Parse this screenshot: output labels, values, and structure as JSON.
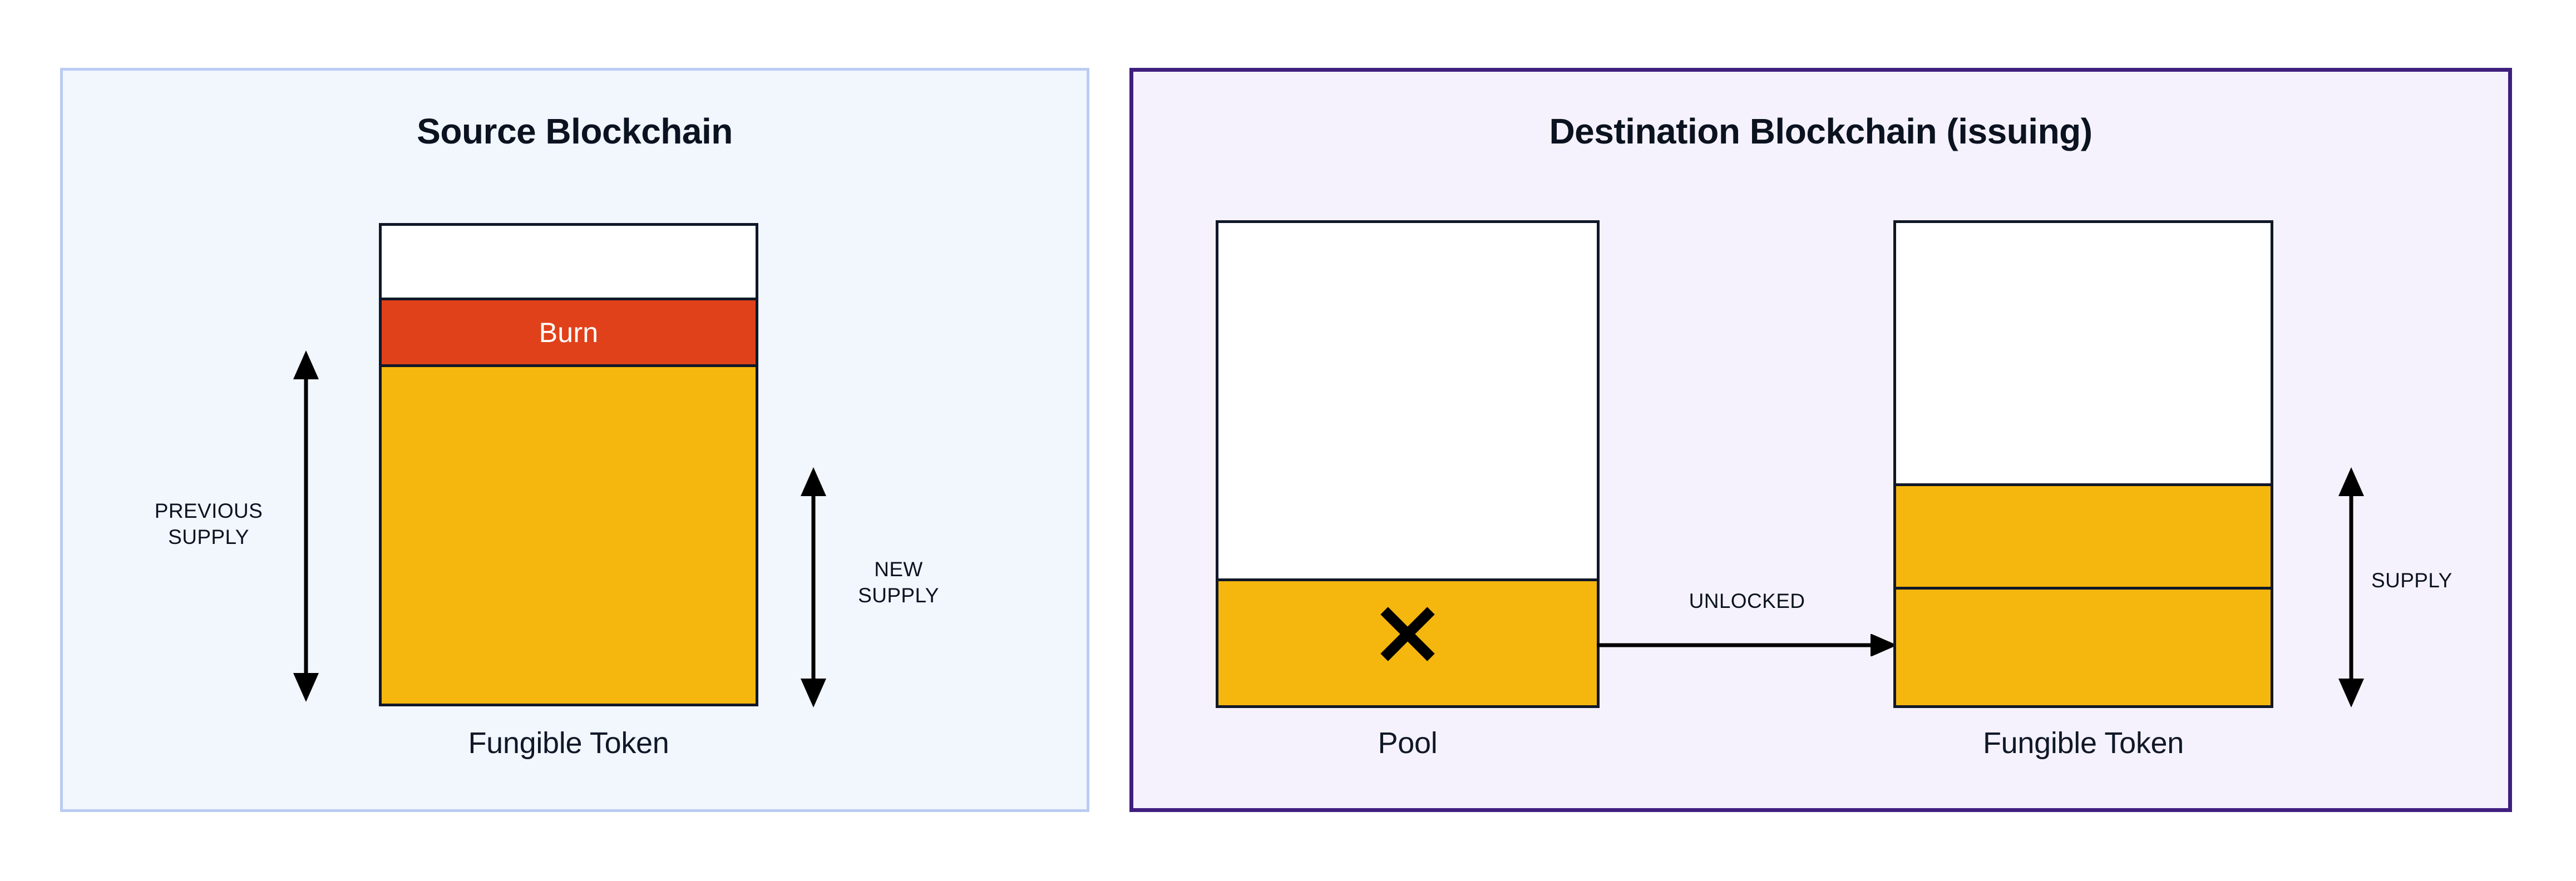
{
  "diagram": {
    "title": "Fungible token burn-and-unlock bridge flow",
    "colors": {
      "token_yellow": "#F5B60D",
      "burn_orange": "#E0411A",
      "box_outline": "#101828",
      "source_panel_border": "#BACCF2",
      "source_panel_fill": "#F2F6FD",
      "destination_panel_border": "#3F1F7E",
      "destination_panel_fill": "#F5F2FD",
      "arrow_black": "#000000",
      "text_dark": "#0B1220"
    }
  },
  "source_panel": {
    "title": "Source Blockchain",
    "token_box": {
      "caption": "Fungible Token",
      "segments": [
        {
          "name": "headroom",
          "label": "",
          "fill": "white"
        },
        {
          "name": "burn",
          "label": "Burn",
          "fill": "burn_orange"
        },
        {
          "name": "remaining-supply",
          "label": "",
          "fill": "token_yellow"
        }
      ]
    },
    "measures": [
      {
        "name": "previous-supply",
        "label": "PREVIOUS\nSUPPLY",
        "label_line_1": "PREVIOUS",
        "label_line_2": "SUPPLY",
        "side": "left",
        "spans": "burn + remaining-supply"
      },
      {
        "name": "new-supply",
        "label": "NEW\nSUPPLY",
        "label_line_1": "NEW",
        "label_line_2": "SUPPLY",
        "side": "right",
        "spans": "remaining-supply"
      }
    ]
  },
  "destination_panel": {
    "title": "Destination Blockchain (issuing)",
    "pool_box": {
      "caption": "Pool",
      "icon": "x-mark-icon",
      "segments": [
        {
          "name": "pool-headroom",
          "label": "",
          "fill": "white"
        },
        {
          "name": "pool-remaining",
          "label": "",
          "fill": "token_yellow"
        }
      ]
    },
    "token_box": {
      "caption": "Fungible Token",
      "segments": [
        {
          "name": "headroom",
          "label": "",
          "fill": "white"
        },
        {
          "name": "existing-supply",
          "label": "",
          "fill": "token_yellow"
        },
        {
          "name": "unlocked-supply",
          "label": "",
          "fill": "token_yellow"
        }
      ]
    },
    "flow_arrow": {
      "name": "unlocked-arrow",
      "label": "UNLOCKED",
      "from": "pool-box",
      "to": "token-box"
    },
    "measures": [
      {
        "name": "supply",
        "label": "SUPPLY",
        "side": "right",
        "spans": "existing-supply + unlocked-supply"
      }
    ]
  }
}
